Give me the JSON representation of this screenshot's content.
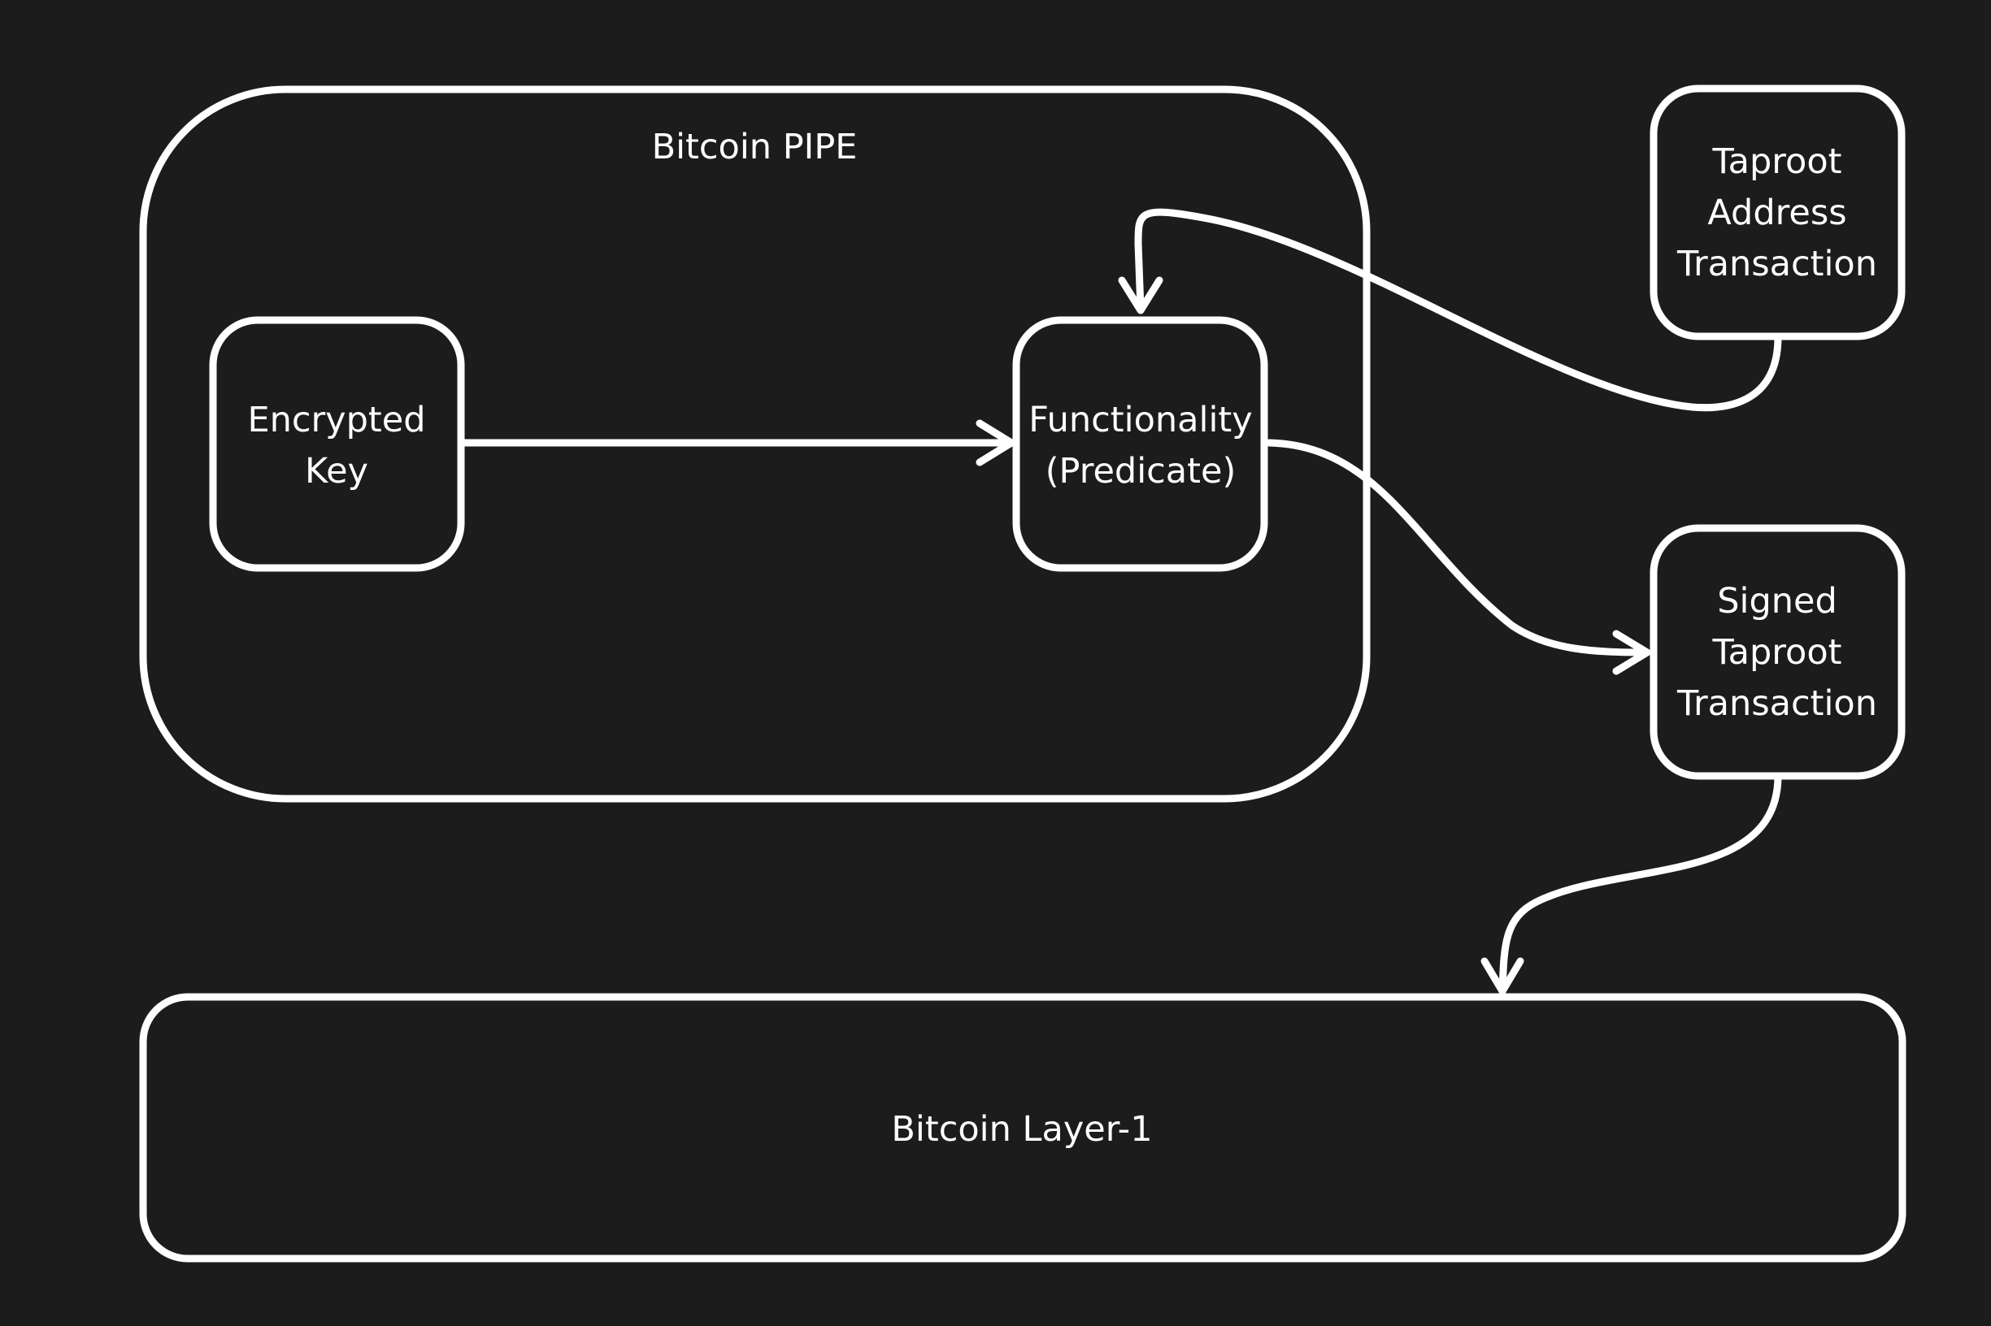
{
  "diagram": {
    "background_color": "#1c1c1c",
    "stroke_color": "#ffffff",
    "containers": {
      "pipe": {
        "title": "Bitcoin PIPE"
      },
      "layer1": {
        "title": "Bitcoin Layer-1"
      }
    },
    "nodes": {
      "encrypted_key": {
        "lines": [
          "Encrypted",
          "Key"
        ]
      },
      "functionality": {
        "lines": [
          "Functionality",
          "(Predicate)"
        ]
      },
      "taproot_address": {
        "lines": [
          "Taproot",
          "Address",
          "Transaction"
        ]
      },
      "signed_taproot": {
        "lines": [
          "Signed",
          "Taproot",
          "Transaction"
        ]
      }
    },
    "edges": [
      {
        "from": "encrypted_key",
        "to": "functionality"
      },
      {
        "from": "taproot_address",
        "to": "functionality"
      },
      {
        "from": "functionality",
        "to": "signed_taproot"
      },
      {
        "from": "signed_taproot",
        "to": "layer1"
      }
    ]
  }
}
